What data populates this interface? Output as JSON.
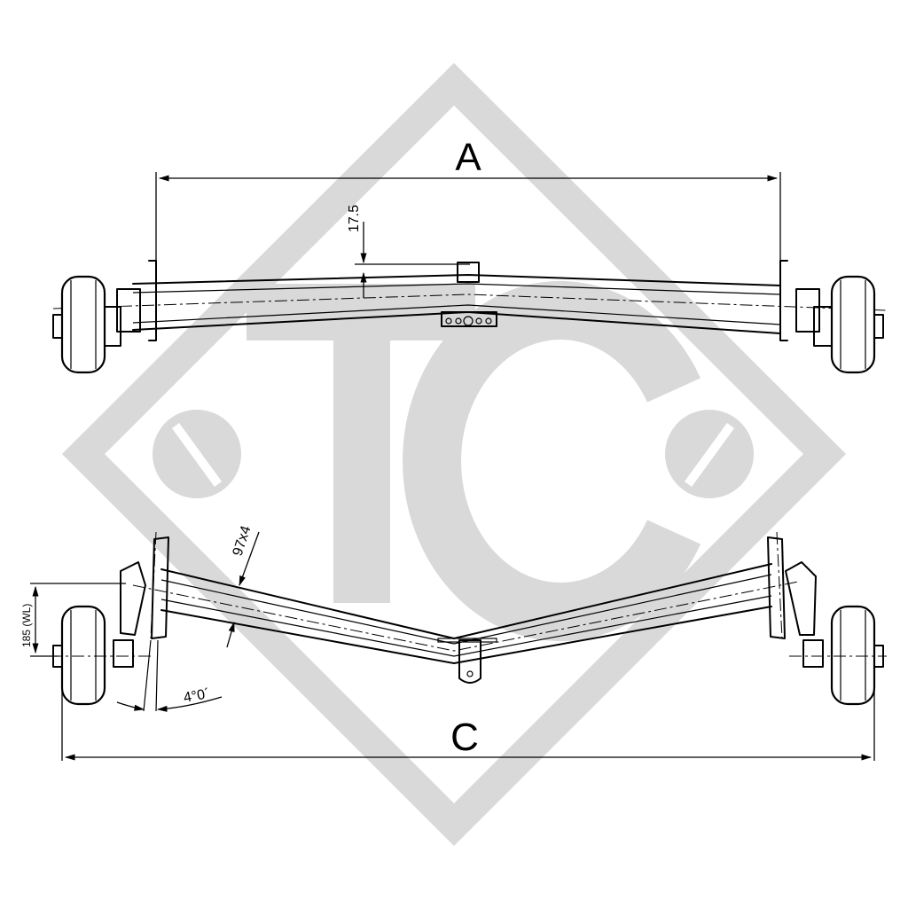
{
  "watermark": {
    "letters": "TC",
    "color": "#d9d9d9"
  },
  "top_view": {
    "dimension_label": "A",
    "drop_label": "17.5"
  },
  "bottom_view": {
    "dimension_label": "C",
    "tube_label": "97x4",
    "angle_label": "4°0´",
    "height_label": "185 (WL)"
  }
}
